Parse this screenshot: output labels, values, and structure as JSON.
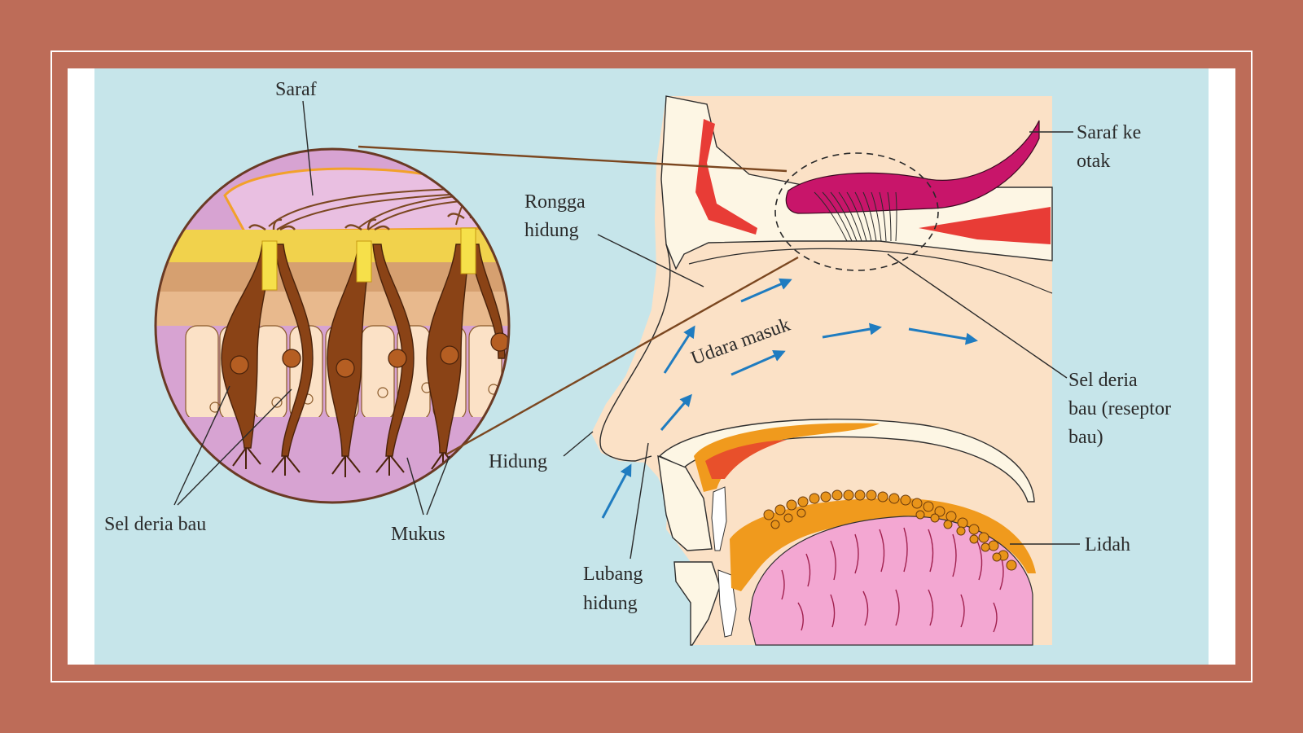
{
  "colors": {
    "background": "#bd6c58",
    "panel": "#ffffff",
    "sky": "#c6e5ea",
    "skin": "#fbe1c6",
    "cavity": "#fdf6e4",
    "nerve": "#c8156a",
    "cell": "#8a4316",
    "mucus_zone": "#d7a3d2",
    "arrow": "#1f7cc0",
    "tongue": "#f3a7d2",
    "tongue_fat": "#e48a15"
  },
  "labels": {
    "saraf": "Saraf",
    "saraf_ke_otak_1": "Saraf ke",
    "saraf_ke_otak_2": "otak",
    "rongga_hidung_1": "Rongga",
    "rongga_hidung_2": "hidung",
    "udara_masuk": "Udara masuk",
    "sel_deria_receptor_1": "Sel deria",
    "sel_deria_receptor_2": "bau (reseptor",
    "sel_deria_receptor_3": "bau)",
    "hidung": "Hidung",
    "lidah": "Lidah",
    "lubang_hidung_1": "Lubang",
    "lubang_hidung_2": "hidung",
    "sel_deria_bau": "Sel deria bau",
    "mukus": "Mukus"
  },
  "icons": {
    "airflow": "arrow-icon"
  }
}
